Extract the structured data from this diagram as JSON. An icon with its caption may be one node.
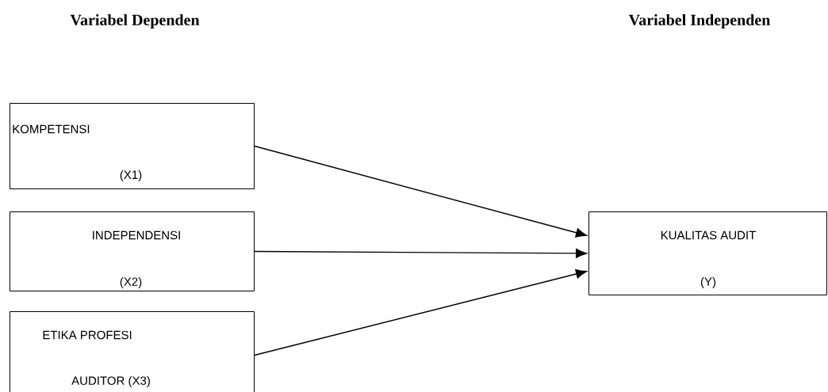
{
  "diagram": {
    "nodes": [
      {
        "text": [
          "KOMPETENSI",
          "(X1)"
        ]
      },
      {
        "text": [
          "INDEPENDENSI",
          "(X2)"
        ]
      },
      {
        "text": [
          "ETIKA PROFESI",
          "AUDITOR (X3)"
        ]
      },
      {
        "text": [
          "KUALITAS AUDIT",
          "(Y)"
        ]
      }
    ],
    "edges": [
      {
        "from": 0,
        "to": 3,
        "arrow": "to"
      },
      {
        "from": 1,
        "to": 3,
        "arrow": "to"
      },
      {
        "from": 2,
        "to": 3,
        "arrow": "to"
      }
    ],
    "labels": [
      "Variabel Dependen",
      "Variabel Independen"
    ]
  }
}
